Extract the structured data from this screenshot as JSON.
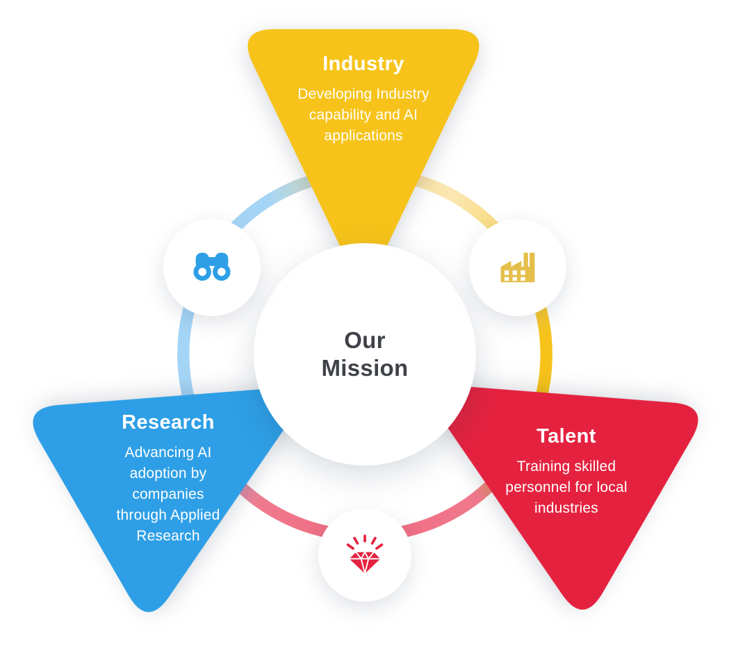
{
  "diagram": {
    "center": {
      "title": "Our Mission",
      "line1": "Our",
      "line2": "Mission"
    },
    "petals": [
      {
        "id": "industry",
        "label": "Industry",
        "description": "Developing Industry capability and AI applications",
        "color": "#F7C31A",
        "icon": "factory-icon"
      },
      {
        "id": "research",
        "label": "Research",
        "description": "Advancing AI adoption by companies through Applied Research",
        "color": "#2E9FE6",
        "icon": "binoculars-icon"
      },
      {
        "id": "talent",
        "label": "Talent",
        "description": "Training skilled personnel for local industries",
        "color": "#E4223F",
        "icon": "gem-icon"
      }
    ],
    "ring_colors": {
      "light_blue": "#A5D5F6",
      "yellow": "#F7C31A",
      "pale_yellow": "#FBE7B3",
      "pink": "#EE6A80"
    },
    "icon_colors": {
      "binoculars": "#2E9FE6",
      "factory": "#E5BF4B",
      "gem": "#E4223F"
    },
    "center_text_color": "#3E4147"
  }
}
